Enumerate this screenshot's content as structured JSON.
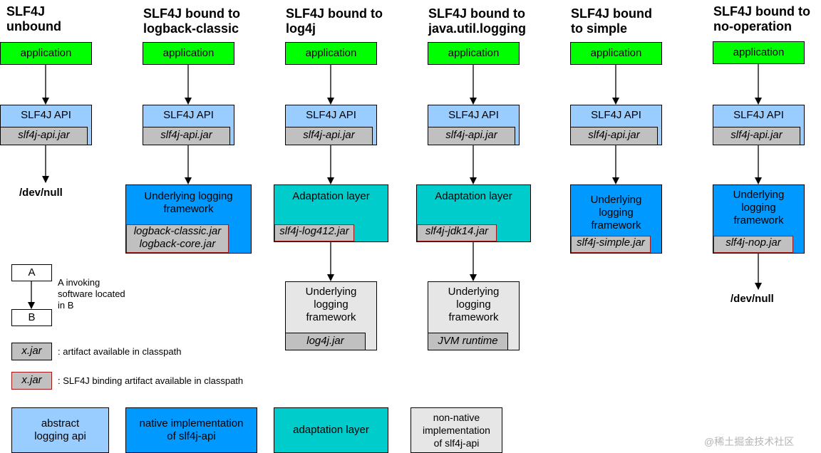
{
  "columns": [
    {
      "title": "SLF4J\nunbound",
      "application": "application",
      "api": "SLF4J API",
      "api_jar": "slf4j-api.jar",
      "devnull": "/dev/null"
    },
    {
      "title": "SLF4J bound to\nlogback-classic",
      "application": "application",
      "api": "SLF4J API",
      "api_jar": "slf4j-api.jar",
      "framework": "Underlying logging\nframework",
      "framework_jar": "logback-classic.jar\nlogback-core.jar"
    },
    {
      "title": "SLF4J bound to\nlog4j",
      "application": "application",
      "api": "SLF4J API",
      "api_jar": "slf4j-api.jar",
      "adaptation": "Adaptation layer",
      "adaptation_jar": "slf4j-log412.jar",
      "framework": "Underlying\nlogging\nframework",
      "framework_jar": "log4j.jar"
    },
    {
      "title": "SLF4J bound to\njava.util.logging",
      "application": "application",
      "api": "SLF4J API",
      "api_jar": "slf4j-api.jar",
      "adaptation": "Adaptation layer",
      "adaptation_jar": "slf4j-jdk14.jar",
      "framework": "Underlying\nlogging\nframework",
      "framework_jar": "JVM runtime"
    },
    {
      "title": "SLF4J bound\nto simple",
      "application": "application",
      "api": "SLF4J API",
      "api_jar": "slf4j-api.jar",
      "framework": "Underlying\nlogging\nframework",
      "framework_jar": "slf4j-simple.jar"
    },
    {
      "title": "SLF4J bound to\nno-operation",
      "application": "application",
      "api": "SLF4J API",
      "api_jar": "slf4j-api.jar",
      "framework": "Underlying\nlogging\nframework",
      "framework_jar": "slf4j-nop.jar",
      "devnull": "/dev/null"
    }
  ],
  "legend": {
    "node_a": "A",
    "node_b": "B",
    "invoking_text": "A invoking\nsoftware located\nin B",
    "artifact_jar": "x.jar",
    "artifact_text": ": artifact available in classpath",
    "binding_jar": "x.jar",
    "binding_text": ": SLF4J binding artifact available in classpath",
    "abstract": "abstract\nlogging api",
    "native": "native implementation\nof slf4j-api",
    "adaptation": "adaptation layer",
    "nonnative": "non-native\nimplementation\nof slf4j-api"
  },
  "colors": {
    "application": "#00ff00",
    "abstract_api": "#99ccff",
    "native_impl": "#0099ff",
    "adaptation_layer": "#00cccc",
    "non_native_impl": "#e6e6e6",
    "jar": "#c0c0c0",
    "binding_border": "#a01818"
  },
  "watermark": "@稀土掘金技术社区"
}
